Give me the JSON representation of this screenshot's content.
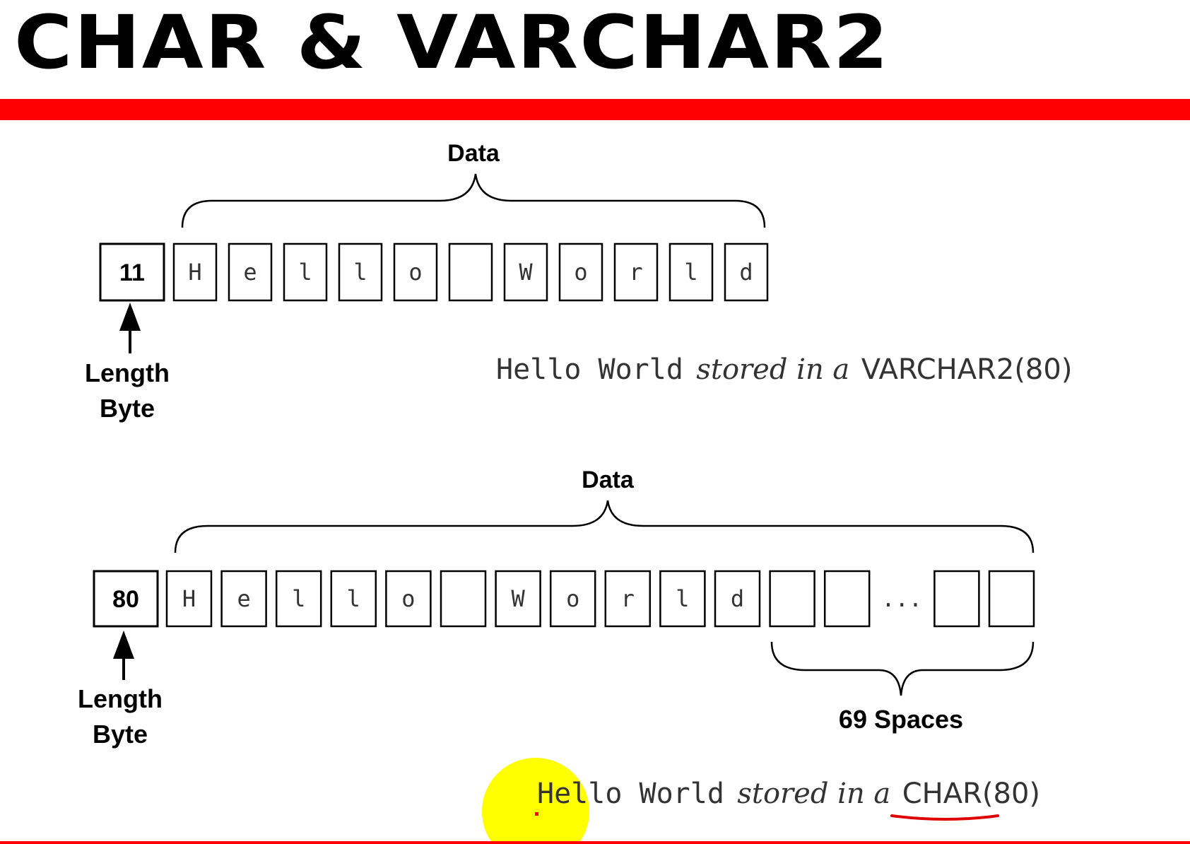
{
  "title": "CHAR & VARCHAR2",
  "colors": {
    "accent": "#ff0000",
    "highlight": "#ffff00"
  },
  "varchar2": {
    "data_label": "Data",
    "length_value": "11",
    "cells": [
      "H",
      "e",
      "l",
      "l",
      "o",
      "",
      "W",
      "o",
      "r",
      "l",
      "d"
    ],
    "length_label_line1": "Length",
    "length_label_line2": "Byte",
    "caption_prefix": "Hello World",
    "caption_middle": "stored in a",
    "caption_type": "VARCHAR2(80)"
  },
  "char": {
    "data_label": "Data",
    "length_value": "80",
    "cells": [
      "H",
      "e",
      "l",
      "l",
      "o",
      "",
      "W",
      "o",
      "r",
      "l",
      "d",
      "",
      "",
      "...",
      "",
      ""
    ],
    "length_label_line1": "Length",
    "length_label_line2": "Byte",
    "spaces_label": "69 Spaces",
    "caption_prefix": "Hello World",
    "caption_middle": "stored in a",
    "caption_type": "CHAR(80)"
  }
}
